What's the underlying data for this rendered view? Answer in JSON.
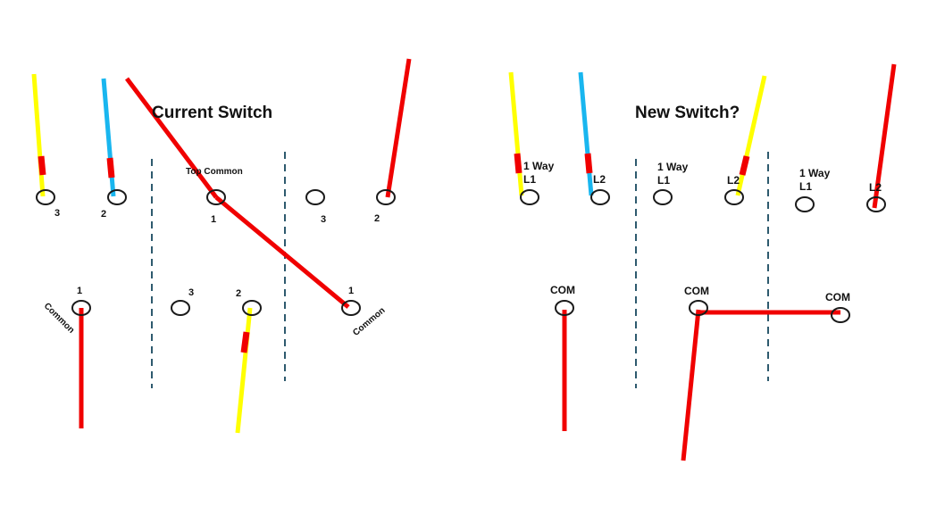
{
  "current_switch": {
    "title": "Current Switch",
    "labels": {
      "top_common": "Top Common",
      "t3_left": "3",
      "t2_left": "2",
      "t1_mid": "1",
      "t3_right": "3",
      "t2_right": "2",
      "b1_left": "1",
      "b_common_left": "Common",
      "b3_mid": "3",
      "b2_mid": "2",
      "b1_right": "1",
      "b_common_right": "Common"
    }
  },
  "new_switch": {
    "title": "New Switch?",
    "labels": {
      "way_a": "1 Way",
      "l1_a": "L1",
      "l2_a": "L2",
      "way_b": "1 Way",
      "l1_b": "L1",
      "l2_b": "L2",
      "way_c": "1 Way",
      "l1_c": "L1",
      "l2_c": "L2",
      "com_a": "COM",
      "com_b": "COM",
      "com_c": "COM"
    }
  },
  "colors": {
    "red": "#f00000",
    "yellow": "#ffff00",
    "blue": "#19b6ef",
    "divider": "#2e5a6e",
    "terminal": "#1a1a1a"
  }
}
